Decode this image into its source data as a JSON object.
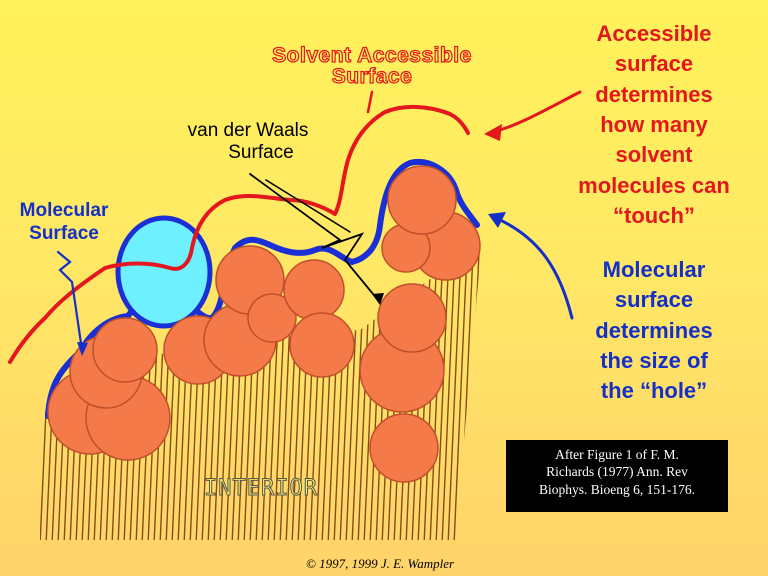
{
  "labels": {
    "solvent_accessible": [
      "Solvent Accessible",
      "Surface"
    ],
    "van_der_waals": [
      "van der Waals",
      "Surface"
    ],
    "molecular": [
      "Molecular",
      "Surface"
    ],
    "interior": "INTERIOR"
  },
  "notes": {
    "accessible": [
      "Accessible",
      "surface",
      "determines",
      "how many",
      "solvent",
      "molecules can",
      "“touch”"
    ],
    "molecular": [
      "Molecular",
      "surface",
      "determines",
      "the size of",
      "the “hole”"
    ]
  },
  "citation": [
    "After Figure 1 of F. M.",
    "Richards (1977) Ann. Rev",
    "Biophys. Bioeng 6, 151-176."
  ],
  "copyright": "© 1997, 1999 J. E. Wampler",
  "colors": {
    "atom": "#f47a4a",
    "solvent_probe": "#6ff0ff",
    "molecular_surface": "#1a2fd6",
    "accessible_surface": "#e4161e",
    "interior_hatch": "#8a4a1a",
    "background": "#ffe866"
  }
}
